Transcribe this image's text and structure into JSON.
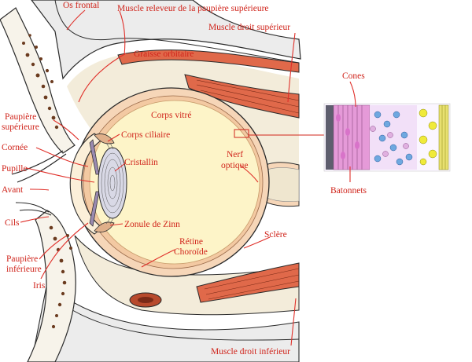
{
  "labels": {
    "os_frontal": "Os frontal",
    "muscle_releveur": "Muscle releveur de la paupière supérieure",
    "muscle_droit_superieur": "Muscle droit supérieur",
    "graisse_orbitaire": "Graisse orbitaire",
    "corps_vitre": "Corps vitré",
    "corps_ciliaire": "Corps ciliaire",
    "cristallin": "Cristallin",
    "nerf_optique_1": "Nerf",
    "nerf_optique_2": "optique",
    "paupiere_sup_1": "Paupière",
    "paupiere_sup_2": "supérieure",
    "cornee": "Cornée",
    "pupille": "Pupille",
    "avant": "Avant",
    "cils": "Cils",
    "zonule": "Zonule de Zinn",
    "retine": "Rétine",
    "choroide": "Choroïde",
    "sclere": "Sclère",
    "paupiere_inf_1": "Paupière",
    "paupiere_inf_2": "inférieure",
    "iris": "Iris",
    "muscle_droit_inferieur": "Muscle droit inférieur",
    "cones": "Cones",
    "batonnets": "Batonnets"
  },
  "colors": {
    "label": "#d0241b",
    "outline": "#2a2a2a",
    "sclera": "#f6d6b8",
    "vitreous": "#fdf4c8",
    "muscle": "#e0694a",
    "fat": "#f3ecda",
    "bone": "#e9e9e9",
    "lens": "#d9d9e6",
    "cone": "#e59ad8",
    "rod_cell": "#6fa8e0",
    "ganglion": "#f0ea3a"
  }
}
